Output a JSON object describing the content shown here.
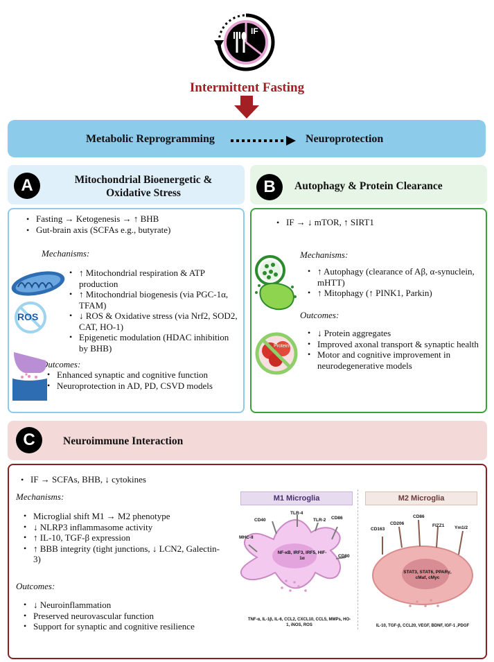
{
  "header": {
    "title": "Intermittent Fasting",
    "if_icon_label": "IF",
    "title_color": "#a31f24"
  },
  "banner": {
    "left": "Metabolic Reprogramming",
    "right": "Neuroprotection",
    "bg": "#8ccbea"
  },
  "panel_a": {
    "badge": "A",
    "title_line1": "Mitochondrial Bioenergetic &",
    "title_line2": "Oxidative Stress",
    "inputs": [
      "Fasting → Ketogenesis → ↑ BHB",
      "Gut-brain axis (SCFAs e.g., butyrate)"
    ],
    "mech_label": "Mechanisms:",
    "mechanisms": [
      "↑ Mitochondrial respiration & ATP production",
      "↑ Mitochondrial biogenesis (via PGC-1α, TFAM)",
      "↓ ROS & Oxidative stress (via Nrf2, SOD2, CAT, HO-1)",
      "Epigenetic modulation (HDAC inhibition by BHB)"
    ],
    "out_label": "Outcomes:",
    "outcomes": [
      "Enhanced synaptic and cognitive function",
      "Neuroprotection in AD, PD, CSVD models"
    ],
    "ros_label": "ROS"
  },
  "panel_b": {
    "badge": "B",
    "title": "Autophagy & Protein Clearance",
    "inputs": [
      "IF → ↓ mTOR, ↑ SIRT1"
    ],
    "mech_label": "Mechanisms:",
    "mechanisms": [
      "↑ Autophagy (clearance of Aβ, α-synuclein, mHTT)",
      "↑ Mitophagy (↑ PINK1, Parkin)"
    ],
    "out_label": "Outcomes:",
    "outcomes": [
      "↓ Protein aggregates",
      "Improved axonal transport & synaptic health",
      "Motor and cognitive improvement in neurodegenerative models"
    ],
    "protein_label": "Protein"
  },
  "panel_c": {
    "badge": "C",
    "title": "Neuroimmune Interaction",
    "inputs": [
      "IF → SCFAs, BHB, ↓ cytokines"
    ],
    "mech_label": "Mechanisms:",
    "mechanisms": [
      "Microglial shift M1 → M2 phenotype",
      "↓ NLRP3 inflammasome activity",
      "↑ IL-10, TGF-β expression",
      "↑ BBB integrity (tight junctions, ↓ LCN2, Galectin-3)"
    ],
    "out_label": "Outcomes:",
    "outcomes": [
      "↓ Neuroinflammation",
      "Preserved neurovascular function",
      "Support for synaptic and cognitive resilience"
    ]
  },
  "m1": {
    "title": "M1 Microglia",
    "receptors": [
      "CD40",
      "TLR-4",
      "TLR-2",
      "CD86",
      "MHC-II",
      "CD80"
    ],
    "nucleus": "NF-κB, IRF3, IRF5, HIF-1α",
    "secreted": "TNF-α, IL-1β, IL-6, CCL2, CXCL10, CCL5, MMPs, HO-1, iNOS, ROS"
  },
  "m2": {
    "title": "M2 Microglia",
    "receptors": [
      "CD86",
      "CD206",
      "CD163",
      "FIZZ1",
      "Ym1/2"
    ],
    "nucleus": "STAT3, STAT6, PPARγ, cMaf, cMyc",
    "secreted": "IL-10, TGF-β, CCL20, VEGF, BDNF, IGF-1 ,PDGF"
  },
  "colors": {
    "panel_a_bg": "#dff0fb",
    "panel_a_border": "#8ccbea",
    "panel_b_bg": "#e6f5e6",
    "panel_b_border": "#3aa13a",
    "panel_c_bg": "#f4d9d9",
    "panel_c_border": "#8b1e22",
    "arrow_red": "#a31f24"
  }
}
